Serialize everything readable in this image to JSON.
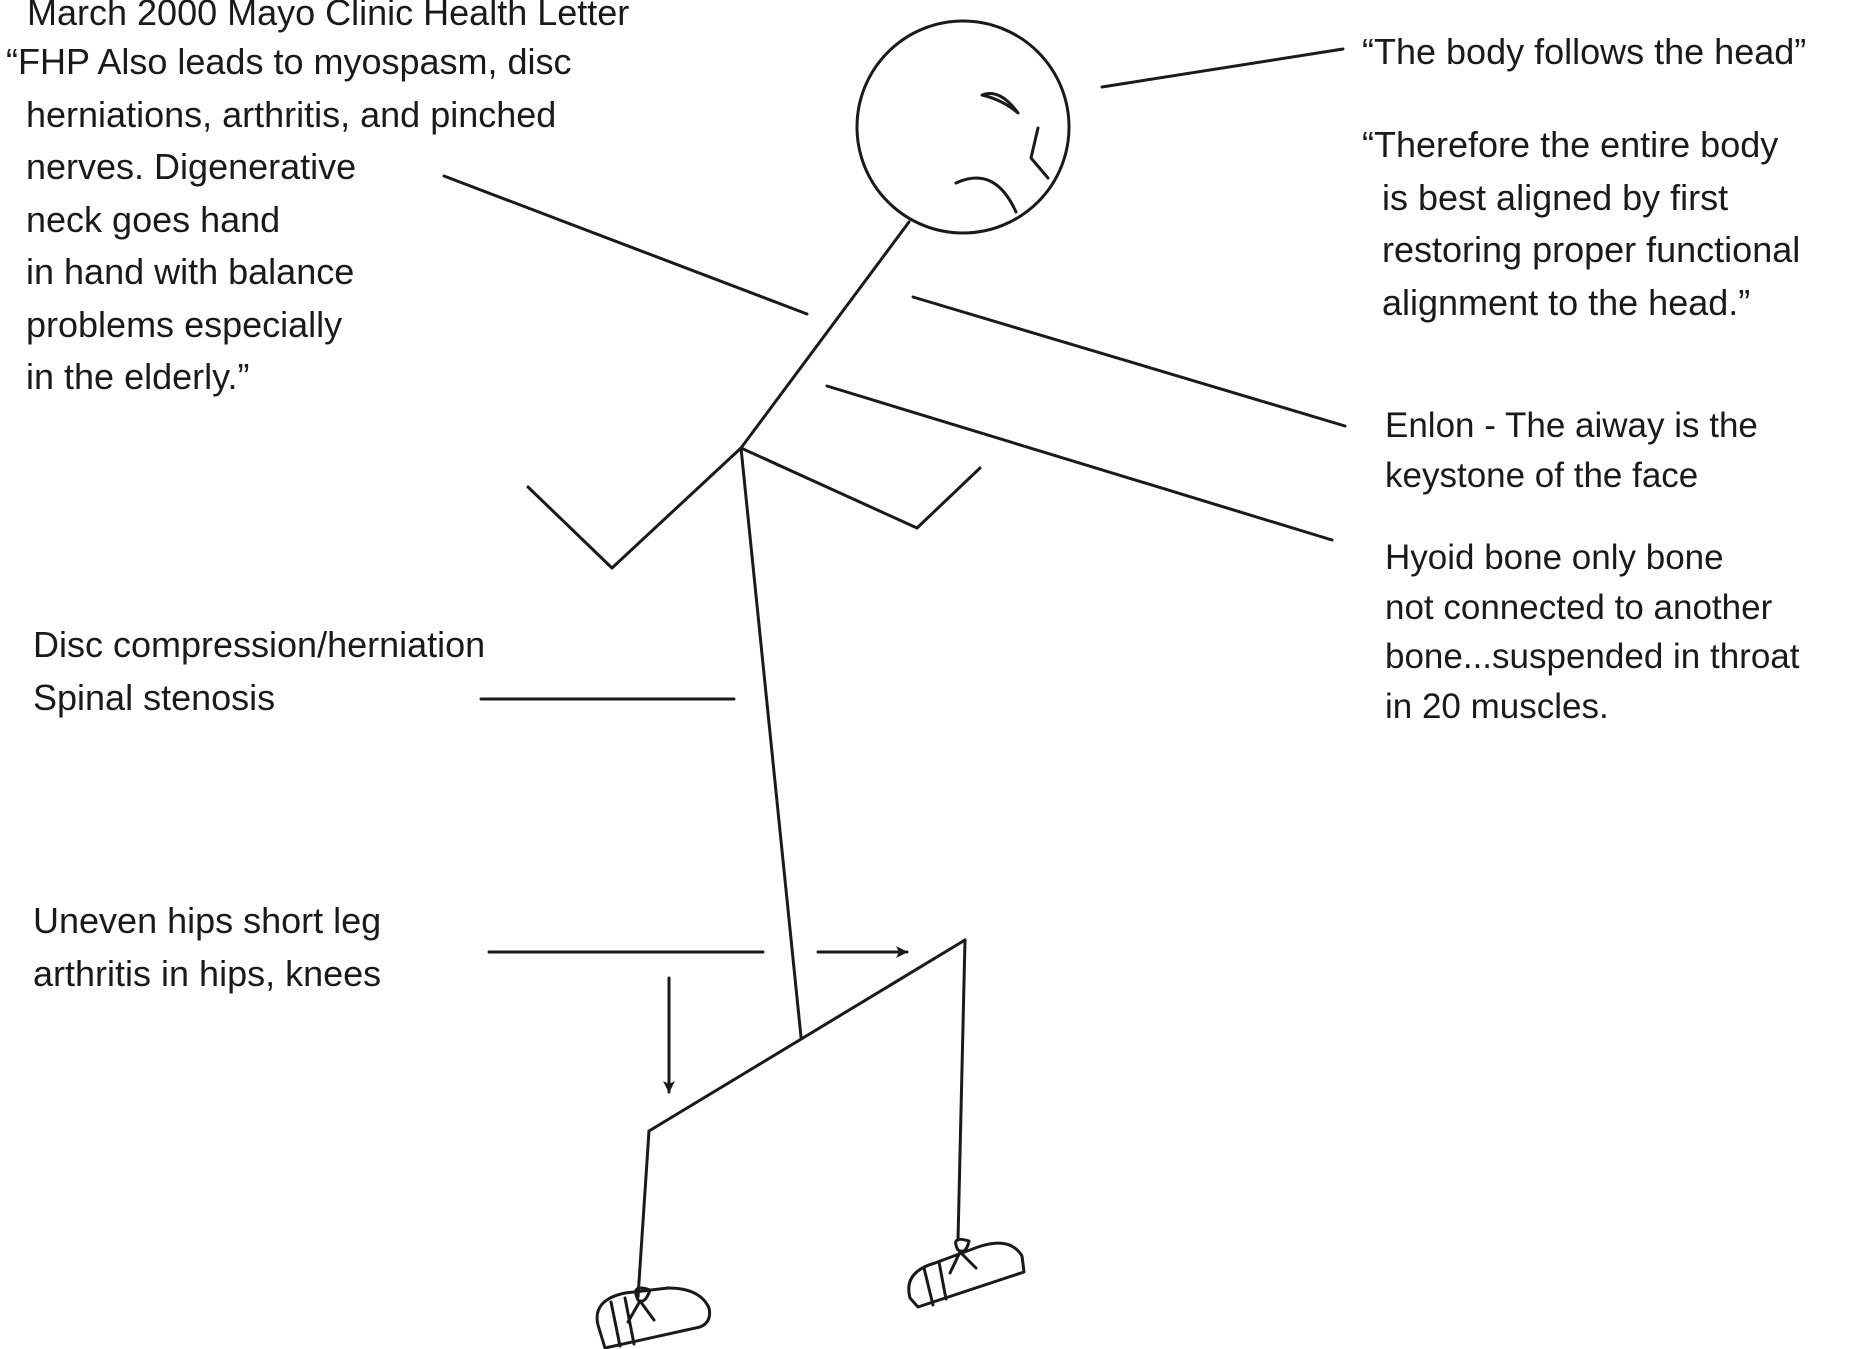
{
  "diagram": {
    "source_heading": "March 2000 Mayo Clinic Health Letter",
    "mayo_quote": [
      "“FHP Also leads to myospasm, disc",
      "herniations, arthritis, and pinched",
      "nerves. Digenerative",
      "neck goes hand",
      "in hand with balance",
      "problems especially",
      "in the elderly.”"
    ],
    "body_follows_head": "“The body follows the head”",
    "alignment_quote": [
      "“Therefore the entire body",
      "is best aligned by first",
      "restoring proper functional",
      "alignment to the head.”"
    ],
    "airway_note": [
      "Enlon - The aiway is the",
      "keystone of the face"
    ],
    "hyoid_note": [
      "Hyoid bone only bone",
      "not connected to another",
      "bone...suspended in throat",
      "in 20 muscles."
    ],
    "spine_note": [
      "Disc compression/herniation",
      "Spinal stenosis"
    ],
    "hips_note": [
      "Uneven hips short leg",
      "arthritis in hips, knees"
    ],
    "colors": {
      "line": "#1a1a1a",
      "background": "#ffffff"
    }
  }
}
